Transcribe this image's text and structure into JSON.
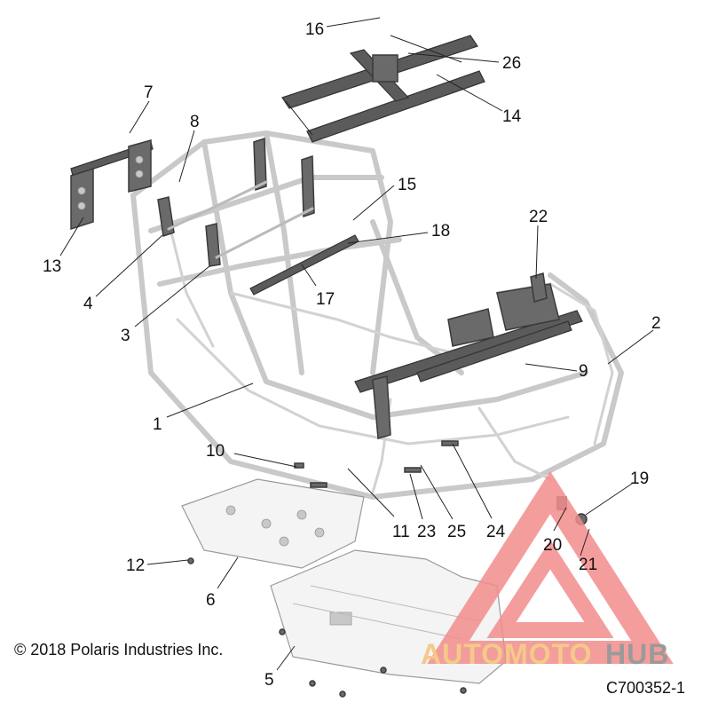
{
  "callouts": [
    {
      "id": "c1",
      "label": "1"
    },
    {
      "id": "c2",
      "label": "2"
    },
    {
      "id": "c3",
      "label": "3"
    },
    {
      "id": "c4",
      "label": "4"
    },
    {
      "id": "c5",
      "label": "5"
    },
    {
      "id": "c6",
      "label": "6"
    },
    {
      "id": "c7",
      "label": "7"
    },
    {
      "id": "c8",
      "label": "8"
    },
    {
      "id": "c9",
      "label": "9"
    },
    {
      "id": "c10",
      "label": "10"
    },
    {
      "id": "c11",
      "label": "11"
    },
    {
      "id": "c12",
      "label": "12"
    },
    {
      "id": "c13",
      "label": "13"
    },
    {
      "id": "c14",
      "label": "14"
    },
    {
      "id": "c15",
      "label": "15"
    },
    {
      "id": "c16",
      "label": "16"
    },
    {
      "id": "c17",
      "label": "17"
    },
    {
      "id": "c18",
      "label": "18"
    },
    {
      "id": "c19",
      "label": "19"
    },
    {
      "id": "c20",
      "label": "20"
    },
    {
      "id": "c21",
      "label": "21"
    },
    {
      "id": "c22",
      "label": "22"
    },
    {
      "id": "c23",
      "label": "23"
    },
    {
      "id": "c24",
      "label": "24"
    },
    {
      "id": "c25",
      "label": "25"
    },
    {
      "id": "c26",
      "label": "26"
    }
  ],
  "copyright": "© 2018 Polaris Industries Inc.",
  "figure_id": "C700352-1",
  "watermark": {
    "part1": "AUTOMOTO",
    "part2": "HUB"
  },
  "colors": {
    "frame": "#c9c9c9",
    "part": "#5b5b5b",
    "watermark_triangle": "#f28c8c",
    "watermark_text": "#f4c98a"
  }
}
